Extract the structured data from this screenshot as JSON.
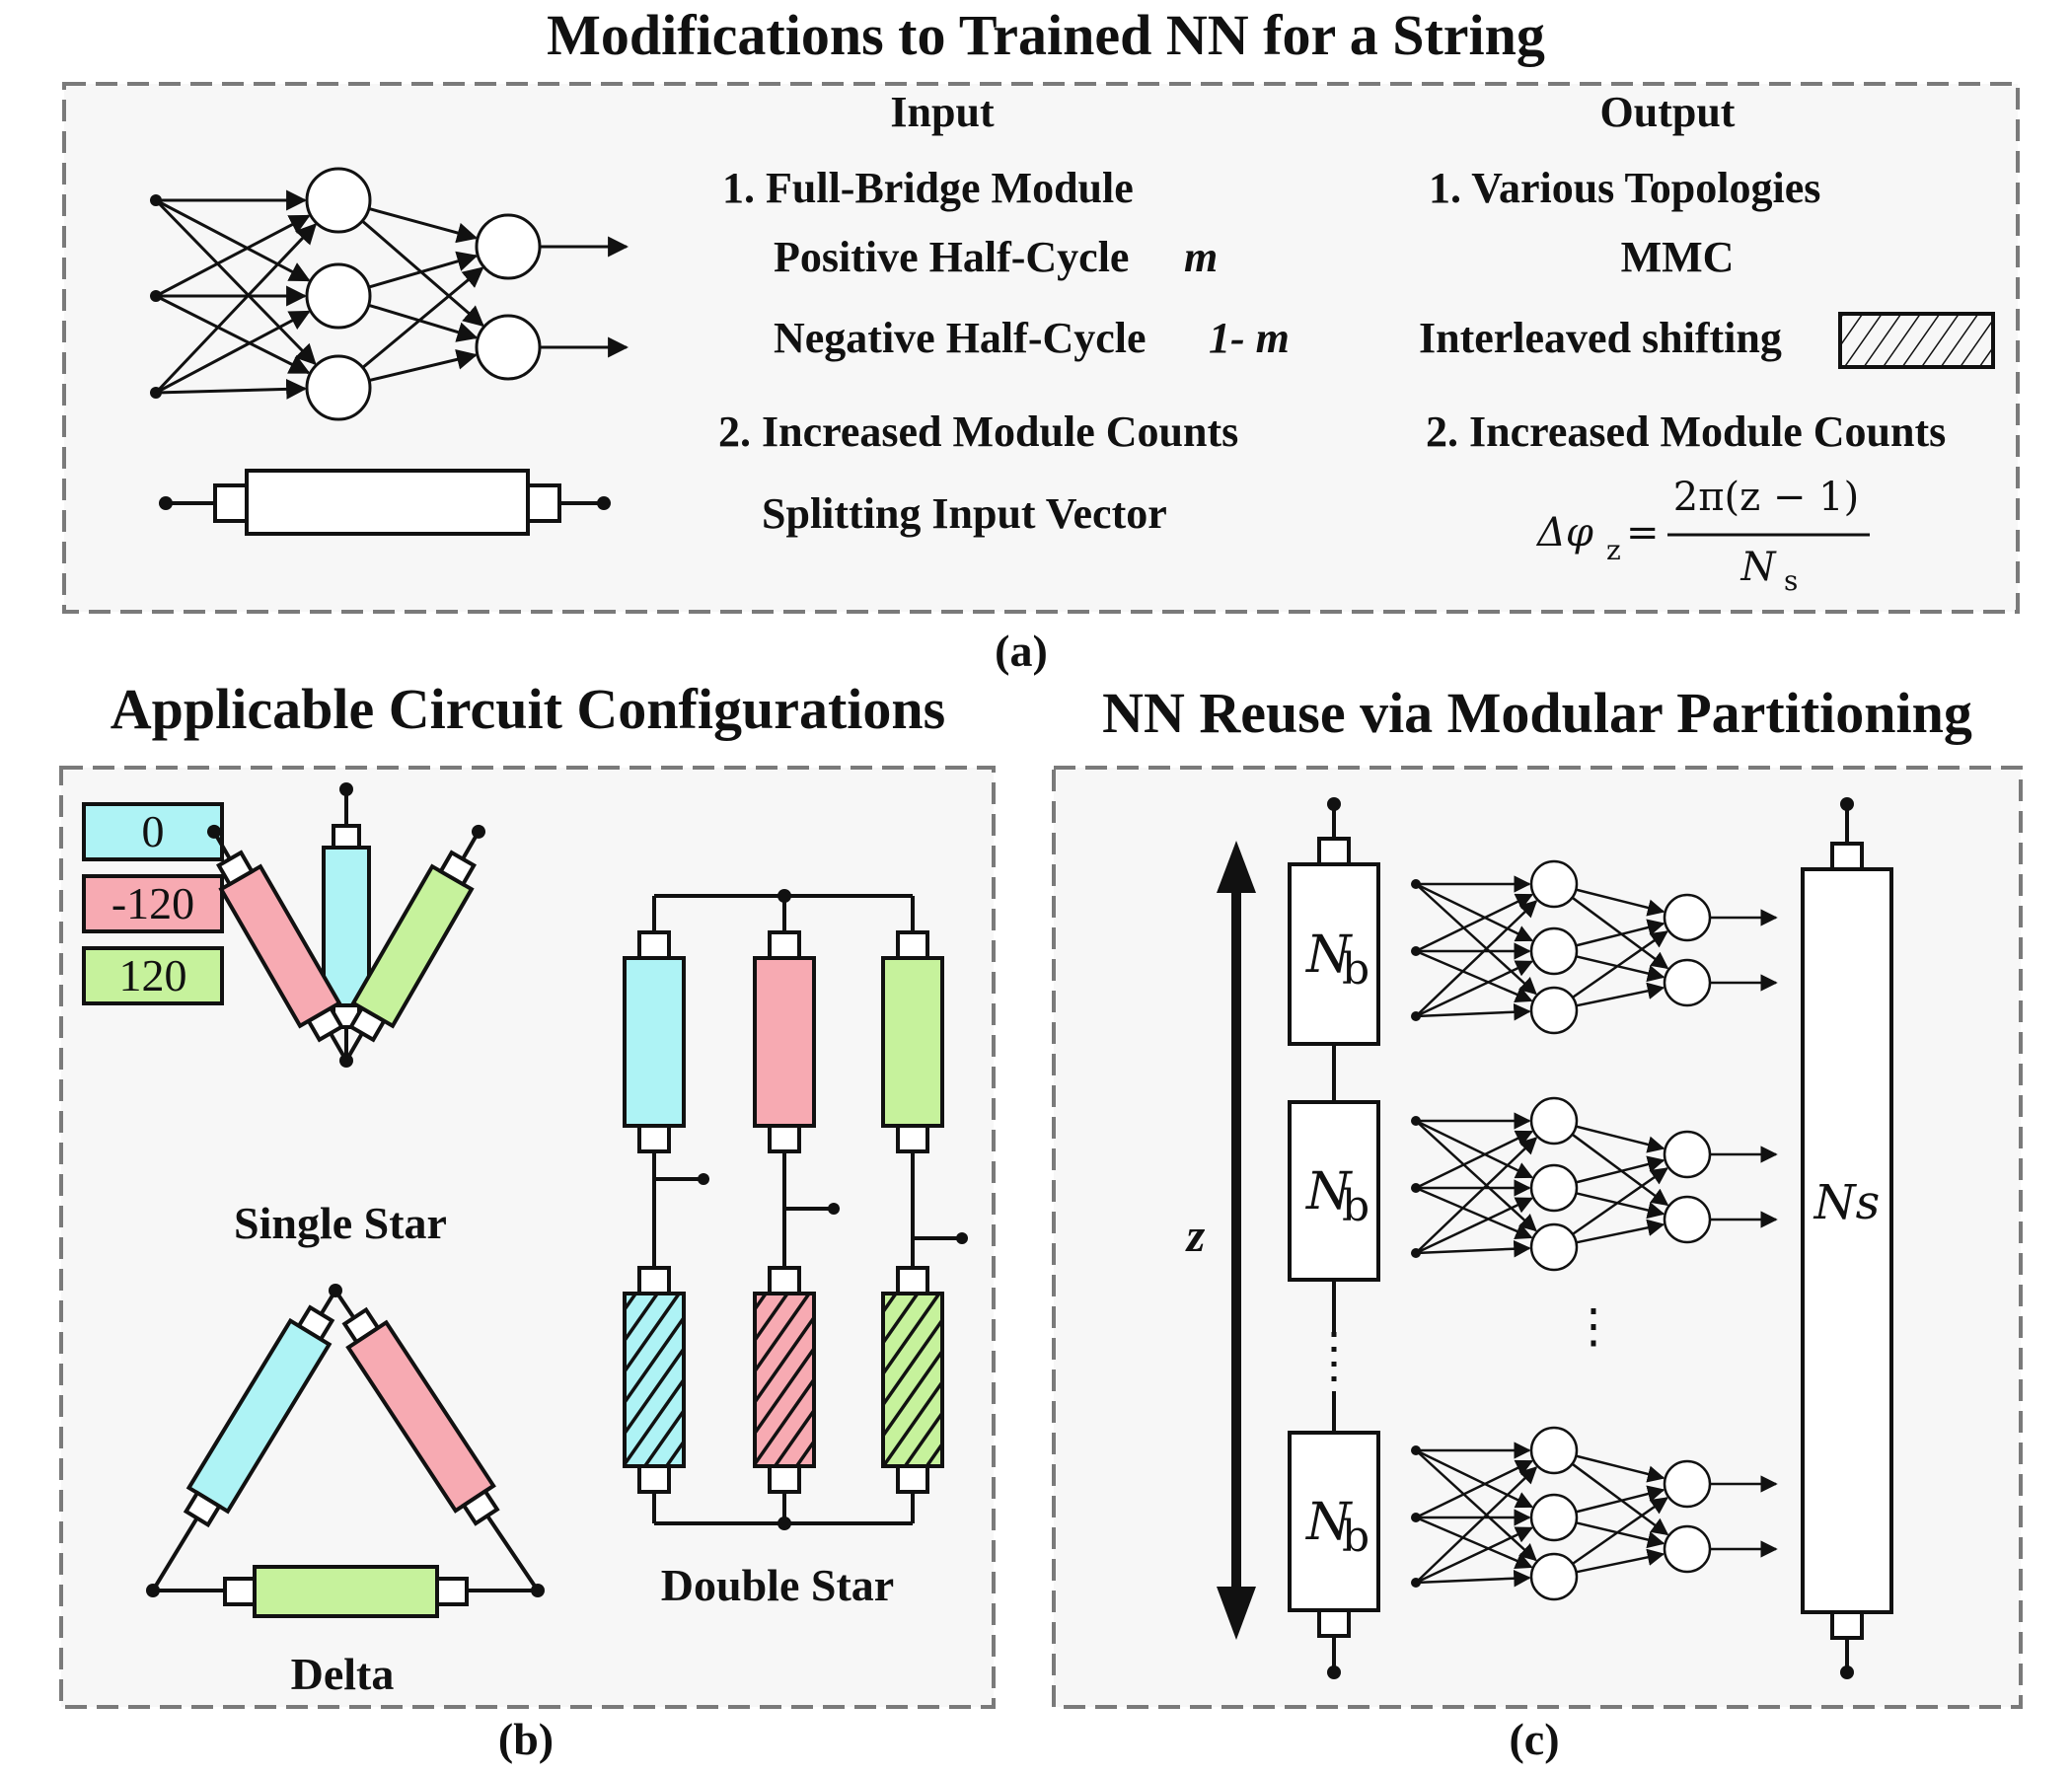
{
  "panel_a": {
    "title": "Modifications to Trained NN for a String",
    "caption": "(a)",
    "input": {
      "header": "Input",
      "item1": "1. Full-Bridge Module",
      "pos_label": "Positive Half-Cycle",
      "pos_sym": "m",
      "neg_label": "Negative Half-Cycle",
      "neg_sym": "1- m",
      "item2": "2. Increased Module Counts",
      "split": "Splitting Input Vector"
    },
    "output": {
      "header": "Output",
      "item1": "1. Various Topologies",
      "mmc": "MMC",
      "interleaved": "Interleaved shifting",
      "item2": "2. Increased Module Counts",
      "formula_lhs": "Δφ",
      "formula_lhs_sub": "z",
      "formula_eq": "=",
      "formula_num": "2π(z − 1)",
      "formula_den": "N",
      "formula_den_sub": "s"
    }
  },
  "panel_b": {
    "title": "Applicable Circuit Configurations",
    "caption": "(b)",
    "legend": [
      {
        "label": "0",
        "color": "#aef3f5"
      },
      {
        "label": "-120",
        "color": "#f7aab2"
      },
      {
        "label": "120",
        "color": "#c6f29c"
      }
    ],
    "single_star": "Single Star",
    "delta": "Delta",
    "double_star": "Double Star"
  },
  "panel_c": {
    "title": "NN Reuse via Modular Partitioning",
    "caption": "(c)",
    "z_label": "z",
    "nb_label": "N",
    "nb_sub": "b",
    "ns_label": "Ns"
  }
}
